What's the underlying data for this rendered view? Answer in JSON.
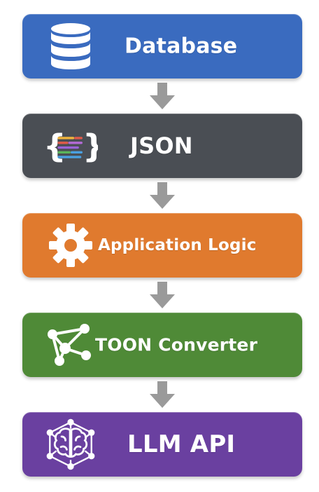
{
  "colors": {
    "database": "#3a6bbf",
    "json": "#4a4e54",
    "logic": "#e07a2e",
    "converter": "#4f8a37",
    "llm": "#6a40a0",
    "arrow": "#9a9a9a"
  },
  "stages": [
    {
      "label": "Database",
      "icon": "database-icon"
    },
    {
      "label": "JSON",
      "icon": "json-braces-icon"
    },
    {
      "label": "Application Logic",
      "icon": "gear-icon"
    },
    {
      "label": "TOON Converter",
      "icon": "network-nodes-icon"
    },
    {
      "label": "LLM API",
      "icon": "brain-network-icon"
    }
  ],
  "json_icon_text": {
    "open": "{",
    "close": "}"
  }
}
